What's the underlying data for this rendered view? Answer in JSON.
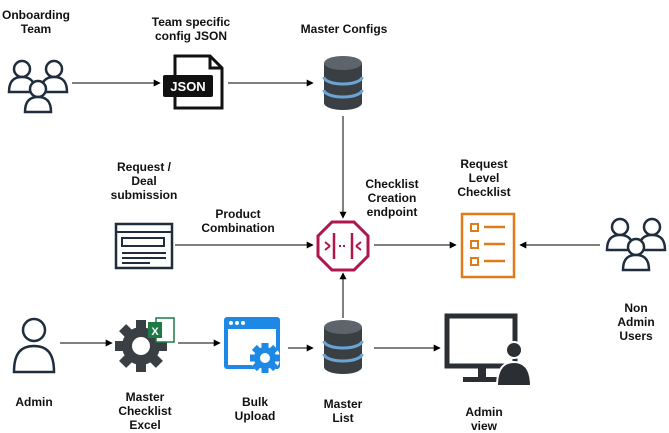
{
  "labels": {
    "onboarding_team": "Onboarding\nTeam",
    "team_config_json": "Team specific\nconfig JSON",
    "master_configs": "Master Configs",
    "request_deal": "Request /\nDeal\nsubmission",
    "product_combination": "Product\nCombination",
    "checklist_endpoint": "Checklist\nCreation\nendpoint",
    "request_level_checklist": "Request\nLevel\nChecklist",
    "non_admin_users": "Non\nAdmin\nUsers",
    "admin": "Admin",
    "master_checklist_excel": "Master\nChecklist\nExcel",
    "bulk_upload": "Bulk\nUpload",
    "master_list": "Master\nList",
    "admin_view": "Admin\nview"
  },
  "icons": {
    "json_badge": "JSON",
    "excel_badge": "X"
  },
  "colors": {
    "endpoint": "#b0164e",
    "checklist": "#e07b1a",
    "excel": "#1d7a45",
    "upload": "#1e88e5",
    "db_dark": "#3a3f44",
    "db_blue": "#6ba4d4",
    "line": "#000000"
  }
}
